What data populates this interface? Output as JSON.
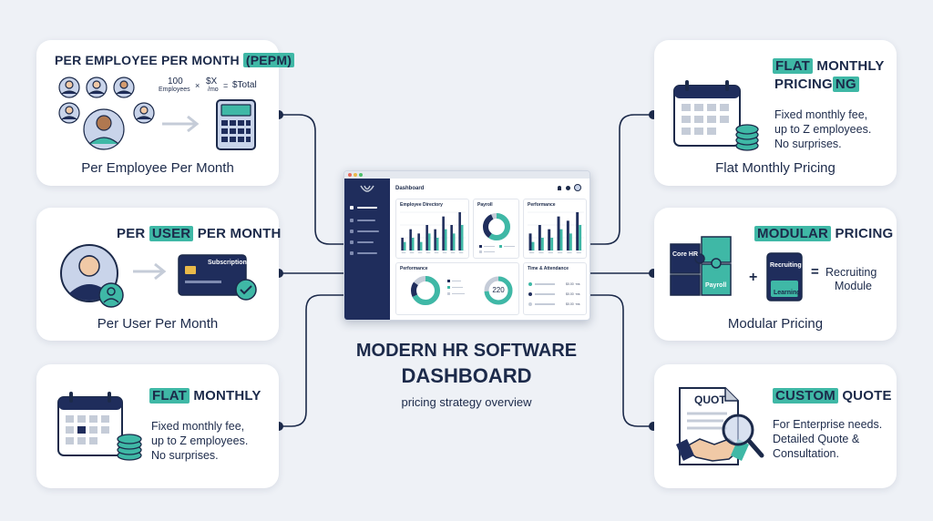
{
  "center": {
    "title_line1": "MODERN HR SOFTWARE",
    "title_line2": "DASHBOARD",
    "subtitle": "pricing strategy overview"
  },
  "cards": {
    "pepm": {
      "heading_pre": "PER EMPLOYEE PER MONTH",
      "heading_hl": "(PEPM)",
      "formula_count": "100",
      "formula_count_label": "Employees",
      "formula_times": "×",
      "formula_price": "$X",
      "formula_price_unit": "/mo",
      "formula_eq": "=",
      "formula_total": "$Total",
      "caption": "Per Employee Per Month"
    },
    "pupm": {
      "heading_pre": "PER",
      "heading_hl": "USER",
      "heading_post": "PER MONTH",
      "card_label": "Subscription",
      "caption": "Per User Per Month"
    },
    "flat_left": {
      "heading_hl": "FLAT",
      "heading_post": "MONTHLY",
      "desc1": "Fixed monthly fee,",
      "desc2": "up to Z employees.",
      "desc3": "No surprises."
    },
    "flat_right": {
      "heading_hl": "FLAT",
      "heading_post": "MONTHLY",
      "heading_line2_pre": "PRICING",
      "heading_line2_hl": "NG",
      "desc1": "Fixed monthly fee,",
      "desc2": "up to Z employees.",
      "desc3": "No surprises.",
      "caption": "Flat Monthly Pricing"
    },
    "modular": {
      "heading_hl": "MODULAR",
      "heading_post": "PRICING",
      "piece1": "Core HR",
      "piece2": "Payroll",
      "plus": "+",
      "module_top": "Recruiting",
      "module_bottom": "Learning",
      "eq": "=",
      "result1": "Recruiting",
      "result2": "Module",
      "caption": "Modular Pricing"
    },
    "custom": {
      "heading_hl": "CUSTOM",
      "heading_post": "QUOTE",
      "doc_label": "QUOT",
      "desc1": "For Enterprise needs.",
      "desc2": "Detailed Quote &",
      "desc3": "Consultation."
    }
  },
  "dashboard": {
    "title": "Dashboard",
    "panel_directory": "Employee Directory",
    "panel_payroll": "Payroll",
    "panel_performance_top": "Performance",
    "panel_performance_bottom": "Performance",
    "panel_time": "Time & Attendance",
    "gauge_value": "220",
    "time_values": [
      "$0.00 ·ms",
      "$0.00 ·ms",
      "$0.00 ·ms"
    ]
  },
  "chart_data": [
    {
      "type": "bar",
      "panel": "Employee Directory",
      "categories": [
        "1",
        "2",
        "3",
        "4",
        "5",
        "6",
        "7",
        "8"
      ],
      "series": [
        {
          "values": [
            3,
            5,
            4,
            6,
            5,
            8,
            6,
            9
          ]
        },
        {
          "values": [
            2,
            3,
            2,
            4,
            3,
            5,
            4,
            6
          ]
        }
      ]
    },
    {
      "type": "bar",
      "panel": "Performance",
      "categories": [
        "1",
        "2",
        "3",
        "4",
        "5",
        "6"
      ],
      "series": [
        {
          "values": [
            4,
            6,
            5,
            8,
            7,
            9
          ]
        },
        {
          "values": [
            2,
            3,
            3,
            5,
            4,
            6
          ]
        }
      ]
    }
  ],
  "colors": {
    "navy": "#1c2a4a",
    "teal": "#3fb8a6",
    "dash_sidebar": "#1f2d5c",
    "background": "#eef1f6"
  }
}
